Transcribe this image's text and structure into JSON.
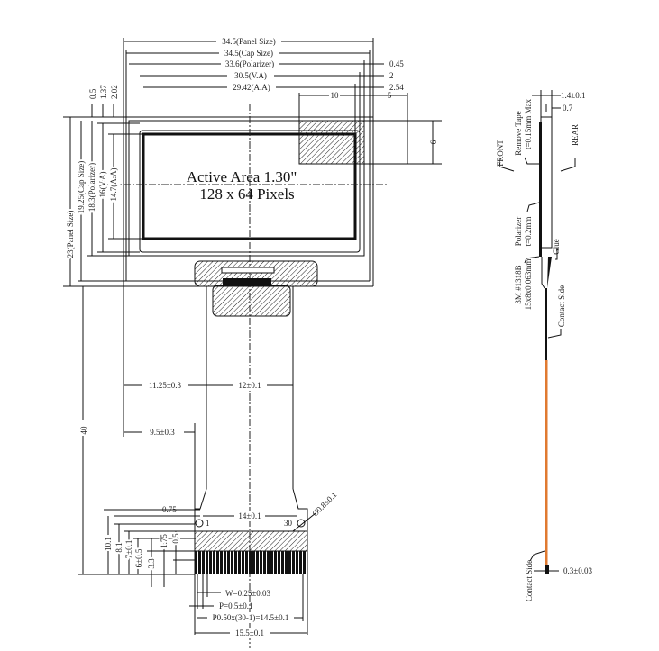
{
  "main_view": {
    "top_dims": {
      "panel": "34.5(Panel Size)",
      "cap": "34.5(Cap Size)",
      "polarizer": "33.6(Polarizer)",
      "va": "30.5(V.A)",
      "aa": "29.42(A.A)",
      "right_045": "0.45",
      "right_2": "2",
      "right_254": "2.54",
      "d10": "10",
      "d5": "5",
      "d6": "6"
    },
    "left_dims": {
      "panel": "23(Panel Size)",
      "cap": "19.25(Cap Size)",
      "polarizer": "18.3(Polarizer)",
      "va": "16(V.A)",
      "aa": "14.7(A.A)",
      "d05": "0.5",
      "d137": "1.37",
      "d202": "2.02"
    },
    "active_area_line1": "Active Area 1.30\"",
    "active_area_line2": "128 x 64 Pixels",
    "fpc_dims": {
      "d1125": "11.25±0.3",
      "d12": "12±0.1",
      "d95": "9.5±0.3",
      "d40": "40",
      "d075": "0.75",
      "d14": "14±0.1",
      "pin1": "1",
      "pin30": "30",
      "hole": "Ø0.8±0.1",
      "d101": "10.1",
      "d81": "8.1",
      "d7": "7±0.1",
      "d6": "6±0.5",
      "d33": "3.3",
      "d175": "1.75",
      "d05": "0.5",
      "w": "W=0.25±0.03",
      "p": "P=0.5±0.1",
      "pitch": "P0.50x(30-1)=14.5±0.1",
      "width": "15.5±0.1"
    }
  },
  "side_view": {
    "thickness": "1.4±0.1",
    "d07": "0.7",
    "front": "FRONT",
    "rear": "REAR",
    "remove_tape": "Remove Tape",
    "remove_tape_t": "t=0.15mm Max",
    "polarizer": "Polarizer",
    "polarizer_t": "t=0.2mm",
    "glue": "Glue",
    "tape_3m": "3M #1318B",
    "tape_size": "15x8x0.063mm",
    "contact_side": "Contact Side",
    "contact_side_2": "Contact Side",
    "fpc_thickness": "0.3±0.03",
    "fpc_color": "#e07a30"
  }
}
